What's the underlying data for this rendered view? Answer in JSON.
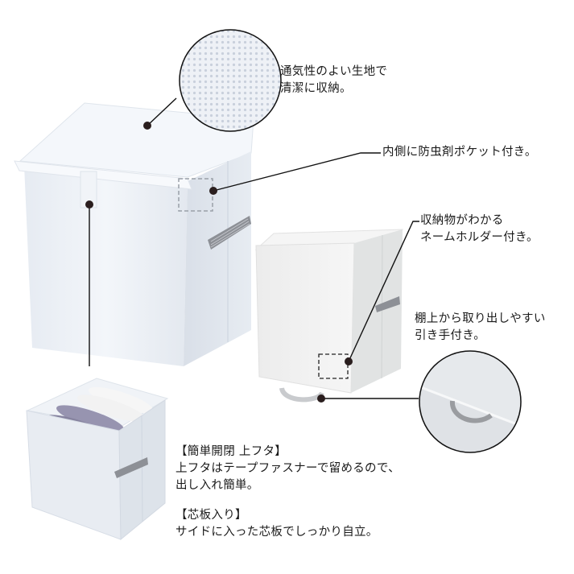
{
  "callouts": {
    "fabric": {
      "lines": [
        "通気性のよい生地で",
        "清潔に収納。"
      ]
    },
    "pocket": {
      "lines": [
        "内側に防虫剤ポケット付き。"
      ]
    },
    "nameholder": {
      "lines": [
        "収納物がわかる",
        "ネームホルダー付き。"
      ]
    },
    "pullhandle": {
      "lines": [
        "棚上から取り出しやすい",
        "引き手付き。"
      ]
    }
  },
  "features": [
    {
      "heading": "【簡単開閉 上フタ】",
      "lines": [
        "上フタはテープファスナーで留めるので、",
        "出し入れ簡単。"
      ]
    },
    {
      "heading": "【芯板入り】",
      "lines": [
        "サイドに入った芯板でしっかり自立。"
      ]
    }
  ],
  "products": [
    {
      "name": "large-lidded-storage-box",
      "color": "#e9eef4"
    },
    {
      "name": "small-storage-box",
      "color": "#eceeee"
    },
    {
      "name": "open-storage-box-with-towels",
      "color": "#e4e9ef"
    }
  ],
  "colors": {
    "leader_line": "#111111",
    "dot": "#2a1e1e",
    "handle": "#8a8c90",
    "towel_purple": "#8f8ca8",
    "towel_white": "#f3f3f3"
  }
}
